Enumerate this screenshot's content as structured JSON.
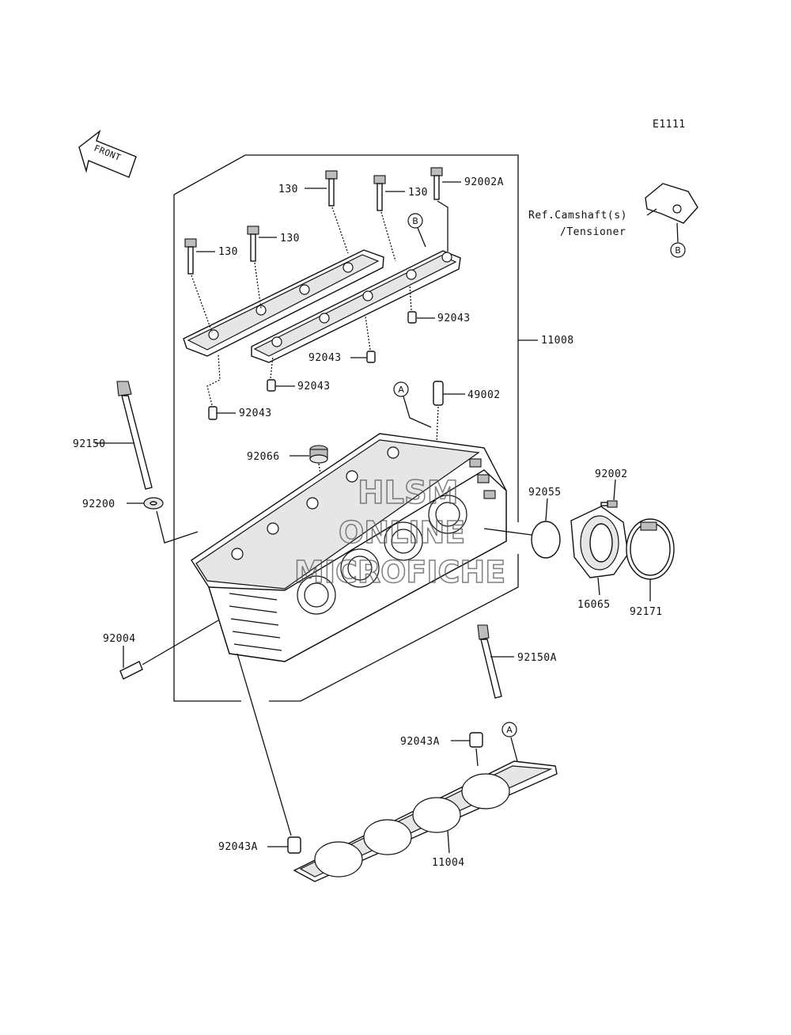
{
  "diagram_code": "E1111",
  "front_label": "FRONT",
  "reference": {
    "line1": "Ref.Camshaft(s)",
    "line2": "/Tensioner"
  },
  "callouts": {
    "A": "A",
    "B": "B"
  },
  "parts": {
    "bolt_130_top_left": "130",
    "bolt_130_top_mid": "130",
    "bolt_130_mid": "130",
    "bolt_130_left": "130",
    "bolt_92002A": "92002A",
    "dowel_92043_right": "92043",
    "dowel_92043_mid": "92043",
    "dowel_92043_low": "92043",
    "dowel_92043_left": "92043",
    "assy_11008": "11008",
    "guide_49002": "49002",
    "stud_92150": "92150",
    "plug_92066": "92066",
    "washer_92200": "92200",
    "oring_92055": "92055",
    "bolt_92002": "92002",
    "holder_16065": "16065",
    "clamp_92171": "92171",
    "plug_92004": "92004",
    "stud_92150A": "92150A",
    "dowel_92043A_top": "92043A",
    "dowel_92043A_bottom": "92043A",
    "gasket_11004": "11004"
  },
  "watermark": {
    "line1": "HLSM",
    "line2": "ONLINE",
    "line3": "MICROFICHE"
  }
}
